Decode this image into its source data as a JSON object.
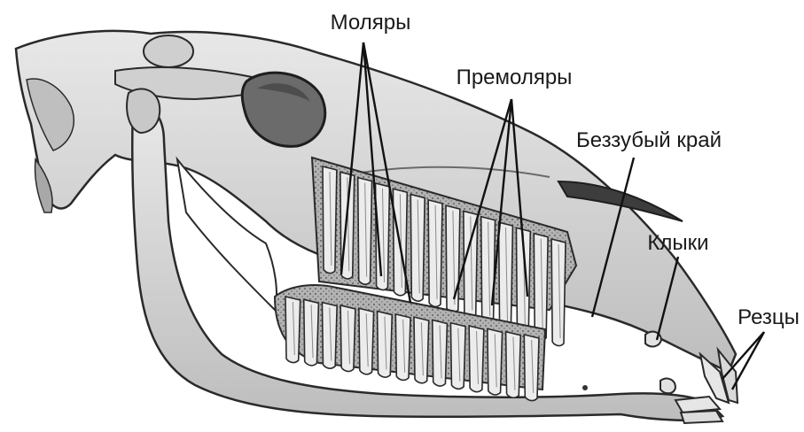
{
  "labels": {
    "molars": "Моляры",
    "premolars": "Премоляры",
    "toothless_edge": "Беззубый край",
    "canines": "Клыки",
    "incisors": "Резцы"
  },
  "colors": {
    "background": "#ffffff",
    "bone": "#d9d9d9",
    "bone_dark": "#8c8c8c",
    "outline": "#2a2a2a",
    "tooth": "#eeeeee",
    "socket": "#9a9a9a",
    "leader": "#111111"
  }
}
